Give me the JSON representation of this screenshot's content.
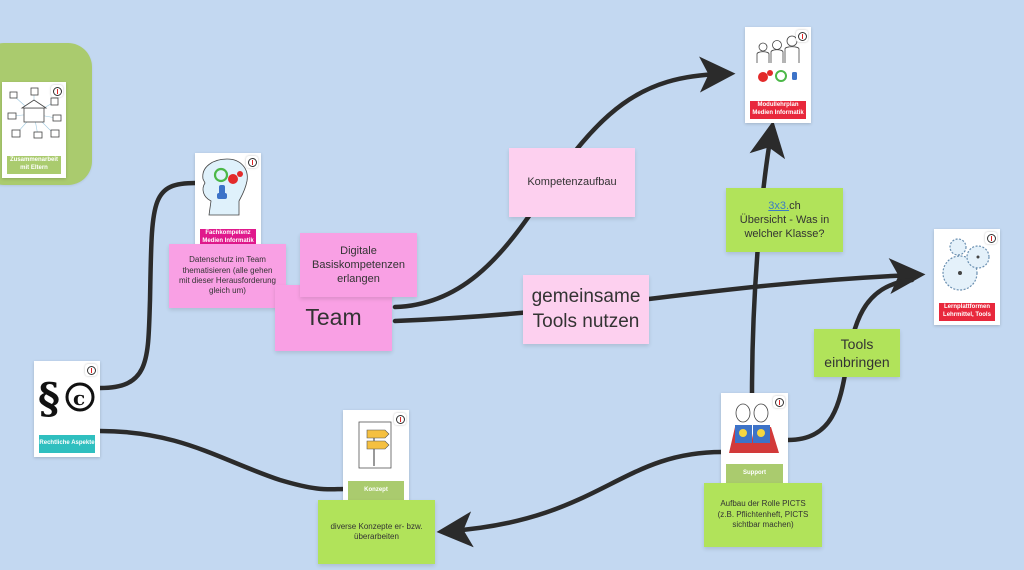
{
  "board": {
    "background_color": "#c3d8f1",
    "frame_color": "#aacb6e"
  },
  "cards": {
    "zusammenarbeit": {
      "label": "Zusammenarbeit mit Eltern",
      "label_color": "#aacb6e",
      "icon": "school-network-icon"
    },
    "fachkompetenz": {
      "label": "Fachkompetenz Medien Informatik",
      "label_color": "#e0198c",
      "icon": "head-gears-icon"
    },
    "modullehrplan": {
      "label": "Modullehrplan Medien Informatik",
      "label_color": "#e8283c",
      "icon": "people-gears-icon"
    },
    "lernplattformen": {
      "label": "Lernplattformen Lehrmittel, Tools",
      "label_color": "#e8283c",
      "icon": "gears-icon"
    },
    "rechtliche": {
      "label": "Rechtliche Aspekte",
      "label_color": "#2fbfbf",
      "icon": "paragraph-copyright-icon"
    },
    "konzept": {
      "label": "Konzept",
      "label_color": "#aacb6e",
      "icon": "signpost-icon"
    },
    "support": {
      "label": "Support",
      "label_color": "#aacb6e",
      "icon": "superheroes-icon"
    }
  },
  "stickies": {
    "datenschutz": "Datenschutz im Team thematisieren (alle gehen mit dieser Herausforderung gleich um)",
    "digitale": "Digitale Basiskompetenzen erlangen",
    "team": "Team",
    "kompetenzaufbau": "Kompetenzaufbau",
    "gemeinsame": "gemeinsame Tools nutzen",
    "uebersicht_link": "3x3.",
    "uebersicht_link_suffix": "ch",
    "uebersicht_text": "Übersicht - Was in welcher Klasse?",
    "tools_einbringen": "Tools einbringen",
    "aufbau_picts": "Aufbau der Rolle PICTS (z.B. Pflichtenheft, PICTS sichtbar machen)",
    "diverse_konzepte": "diverse Konzepte er- bzw. überarbeiten"
  },
  "connectors": [
    {
      "from": "rechtliche",
      "to": "fachkompetenz",
      "arrow": false
    },
    {
      "from": "rechtliche",
      "to": "konzept",
      "arrow": false
    },
    {
      "from": "team",
      "to": "modullehrplan",
      "arrow": true,
      "label": "kompetenzaufbau"
    },
    {
      "from": "team",
      "to": "lernplattformen",
      "arrow": true,
      "label": "gemeinsame"
    },
    {
      "from": "support",
      "to": "modullehrplan",
      "arrow": true,
      "label": "uebersicht"
    },
    {
      "from": "support",
      "to": "lernplattformen",
      "arrow": true,
      "label": "tools_einbringen"
    },
    {
      "from": "support",
      "to": "diverse_konzepte",
      "arrow": true
    }
  ]
}
